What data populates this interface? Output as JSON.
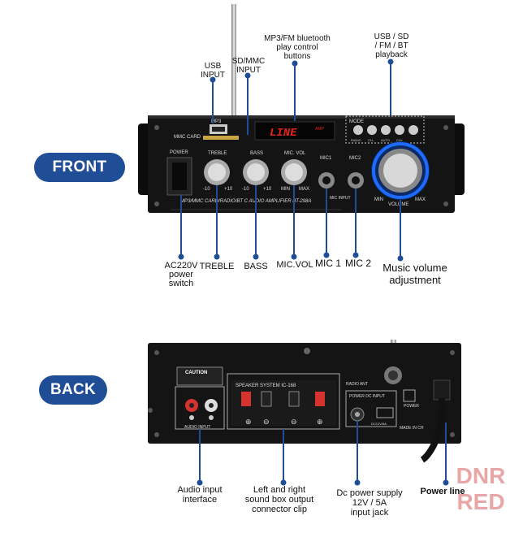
{
  "sections": {
    "front": "FRONT",
    "back": "BACK"
  },
  "front_top_callouts": {
    "usb": "USB\nINPUT",
    "sd": "SD/MMC\nINPUT",
    "mp3": "MP3/FM bluetooth\nplay control\nbuttons",
    "playback": "USB / SD\n/ FM / BT\nplayback"
  },
  "front_bottom_callouts": {
    "power": "AC220V\npower\nswitch",
    "treble": "TREBLE",
    "bass": "BASS",
    "micvol": "MIC.VOL",
    "mic1": "MIC 1",
    "mic2": "MIC 2",
    "volume": "Music volume\nadjustment"
  },
  "back_callouts": {
    "audio": "Audio input\ninterface",
    "speaker": "Left and right\nsound box output\nconnector clip",
    "dc": "Dc power supply\n12V / 5A\ninput jack",
    "powerline": "Power line"
  },
  "panel_front": {
    "mp3": "MP3",
    "mmc_card": "MMC CARD",
    "display": "LINE",
    "display_small": "AMP",
    "power": "POWER",
    "treble": "TREBLE",
    "bass": "BASS",
    "mic_vol": "MIC. VOL",
    "mic1": "MIC1",
    "mic2": "MIC2",
    "mode": "MODE",
    "ranges": {
      "treble": [
        "-10",
        "+10"
      ],
      "bass": [
        "-10",
        "+10"
      ],
      "mic": [
        "MIN",
        "MAX"
      ],
      "volume": [
        "MIN",
        "MAX"
      ]
    },
    "volume": "VOLUME",
    "model": "MP3/MMC CARD/RADIO/BT C AUDIO AMPLIFIER BT-298A",
    "mic_input": "MIC INPUT",
    "button_labels": [
      "RADIO",
      "CH-",
      "AUTO",
      "CH+"
    ]
  },
  "panel_back": {
    "caution": "CAUTION",
    "audio_input": "AUDIO INPUT",
    "speaker_system": "SPEAKER SYSTEM IC-168",
    "radio_ant": "RADIO ANT",
    "power_dc_input": "POWER DC INPUT",
    "dc_rating": "DC12V/5A",
    "power": "POWER",
    "made_in": "MADE IN CH"
  },
  "watermark": {
    "line1": "DNR",
    "line2": "RED"
  },
  "colors": {
    "pill": "#1f4e96",
    "panel": "#111111",
    "display": "#e0241b",
    "ring": "#1e6bff",
    "watermark": "#e9a6a6"
  }
}
